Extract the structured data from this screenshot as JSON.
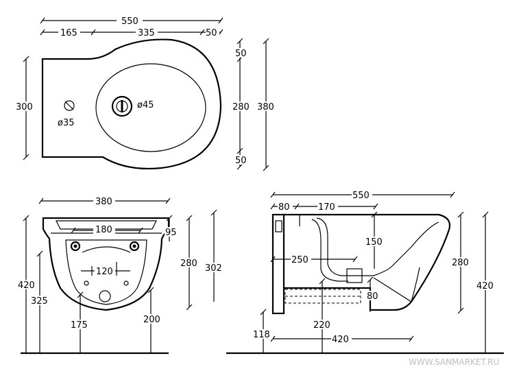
{
  "top_view": {
    "total_length": "550",
    "seg_left": "165",
    "seg_mid": "335",
    "seg_right": "50",
    "width_left": "300",
    "bowl_width": "280",
    "total_width": "380",
    "margin_top": "50",
    "margin_bottom": "50",
    "faucet_hole": "ø35",
    "drain_hole": "ø45"
  },
  "front_view": {
    "width": "380",
    "inner_width": "180",
    "rim_height": "95",
    "height_280": "280",
    "height_302": "302",
    "total_height": "420",
    "height_325": "325",
    "bolt_spacing": "120",
    "bottom_175": "175",
    "bottom_200": "200"
  },
  "side_view": {
    "total_length": "550",
    "seg_80": "80",
    "seg_170": "170",
    "depth_150": "150",
    "depth_250": "250",
    "height_280": "280",
    "height_80": "80",
    "total_height": "420",
    "drain_220": "220",
    "floor_118": "118",
    "length_420": "420"
  },
  "watermark": "WWW.SANMARKET.RU"
}
